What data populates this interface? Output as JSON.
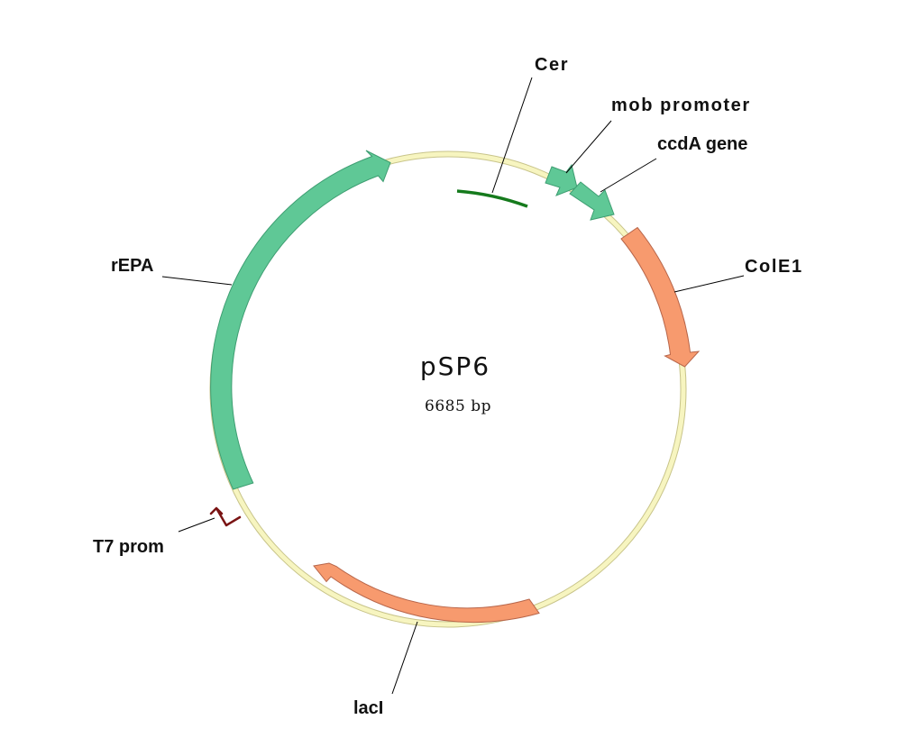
{
  "plasmid": {
    "name": "pSP6",
    "size_label": "6685 bp"
  },
  "features": {
    "cer": {
      "label": "Cer"
    },
    "mob_promoter": {
      "label": "mob promoter"
    },
    "ccda_gene": {
      "label": "ccdA gene"
    },
    "cole1": {
      "label": "ColE1"
    },
    "repa": {
      "label": "rEPA"
    },
    "t7_prom": {
      "label": "T7 prom"
    },
    "laci": {
      "label": "lacI"
    }
  },
  "colors": {
    "backbone": "#f7f5c0",
    "backbone_edge": "#c8c48a",
    "green_feature": "#5fc896",
    "orange_feature": "#f79a6e",
    "cer_line": "#157a1c",
    "t7_arrow": "#7a1414"
  }
}
